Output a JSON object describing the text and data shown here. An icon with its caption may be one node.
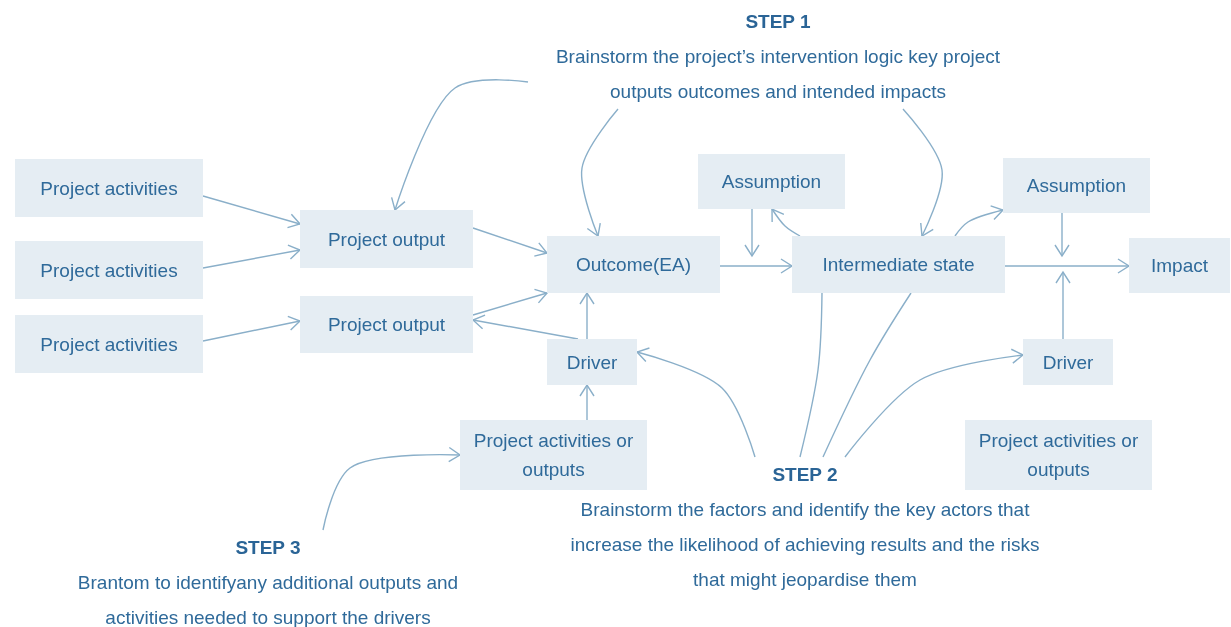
{
  "diagram": {
    "nodes": [
      {
        "text": [
          "STEP 1",
          "Brainstorm the project’s intervention logic key project outputs outcomes and intended impacts"
        ]
      },
      {
        "text": [
          "Project activities"
        ]
      },
      {
        "text": [
          "Project activities"
        ]
      },
      {
        "text": [
          "Project activities"
        ]
      },
      {
        "text": [
          "Project output"
        ]
      },
      {
        "text": [
          "Project output"
        ]
      },
      {
        "text": [
          "Outcome(EA)"
        ]
      },
      {
        "text": [
          "Assumption"
        ]
      },
      {
        "text": [
          "Intermediate state"
        ]
      },
      {
        "text": [
          "Assumption"
        ]
      },
      {
        "text": [
          "Impact"
        ]
      },
      {
        "text": [
          "Driver"
        ]
      },
      {
        "text": [
          "Driver"
        ]
      },
      {
        "text": [
          "Project activities or outputs"
        ]
      },
      {
        "text": [
          "Project activities or outputs"
        ]
      },
      {
        "text": [
          "STEP 2",
          "Brainstorm the factors and identify the key actors that increase the likelihood of achieving results and the risks that might jeopardise them"
        ]
      },
      {
        "text": [
          "STEP 3",
          "Brantom to identifyany additional outputs and activities needed to support the drivers"
        ]
      }
    ],
    "edges": [
      {
        "from": 1,
        "to": 4,
        "arrow": "to"
      },
      {
        "from": 2,
        "to": 4,
        "arrow": "to"
      },
      {
        "from": 3,
        "to": 5,
        "arrow": "to"
      },
      {
        "from": 4,
        "to": 6,
        "arrow": "to"
      },
      {
        "from": 5,
        "to": 6,
        "arrow": "to"
      },
      {
        "from": 11,
        "to": 5,
        "arrow": "to"
      },
      {
        "from": 11,
        "to": 6,
        "arrow": "to"
      },
      {
        "from": 13,
        "to": 11,
        "arrow": "to"
      },
      {
        "from": 6,
        "to": 8,
        "arrow": "to"
      },
      {
        "from": 7,
        "to": null,
        "arrow": "to"
      },
      {
        "from": 8,
        "to": 10,
        "arrow": "to"
      },
      {
        "from": 9,
        "to": null,
        "arrow": "to"
      },
      {
        "from": 12,
        "to": null,
        "arrow": "to"
      },
      {
        "from": 0,
        "to": 4,
        "arrow": "to"
      },
      {
        "from": 0,
        "to": 6,
        "arrow": "to"
      },
      {
        "from": 0,
        "to": 8,
        "arrow": "to"
      },
      {
        "from": 15,
        "to": 11,
        "arrow": "to"
      },
      {
        "from": 15,
        "to": 8,
        "arrow": "none"
      },
      {
        "from": 8,
        "to": 7,
        "arrow": "to"
      },
      {
        "from": 15,
        "to": 8,
        "arrow": "none"
      },
      {
        "from": 8,
        "to": 9,
        "arrow": "to"
      },
      {
        "from": 15,
        "to": 12,
        "arrow": "to"
      },
      {
        "from": 16,
        "to": 13,
        "arrow": "to"
      }
    ]
  }
}
